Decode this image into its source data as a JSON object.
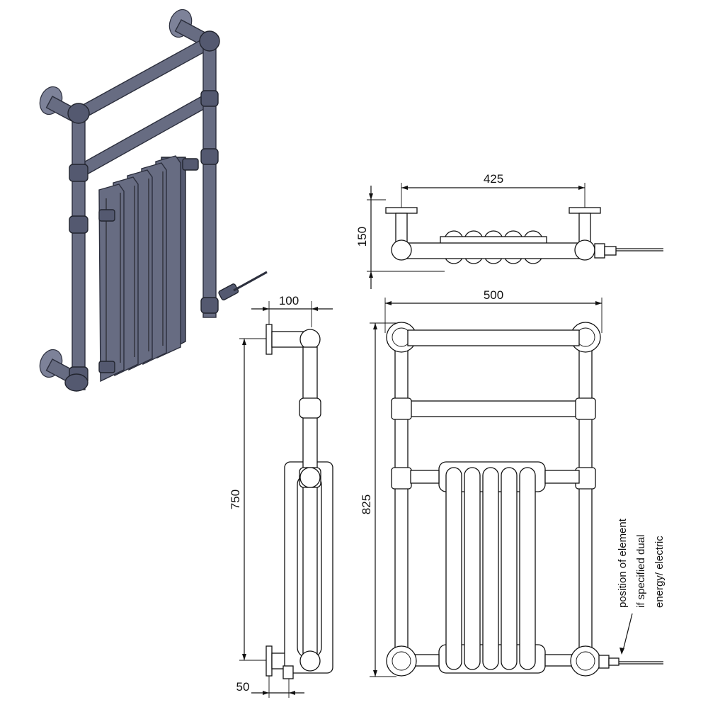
{
  "drawing": {
    "dimensions": {
      "width_top_view": "425",
      "depth_top_view": "150",
      "overall_width": "500",
      "overall_height": "825",
      "side_projection": "100",
      "side_height": "750",
      "side_offset": "50"
    },
    "note": {
      "line1": "position of element",
      "line2": "if specified dual",
      "line3": "energy/ electric"
    },
    "colors": {
      "line": "#111111",
      "iso_body": "#676c82",
      "iso_outline": "#2c2f3d"
    }
  }
}
